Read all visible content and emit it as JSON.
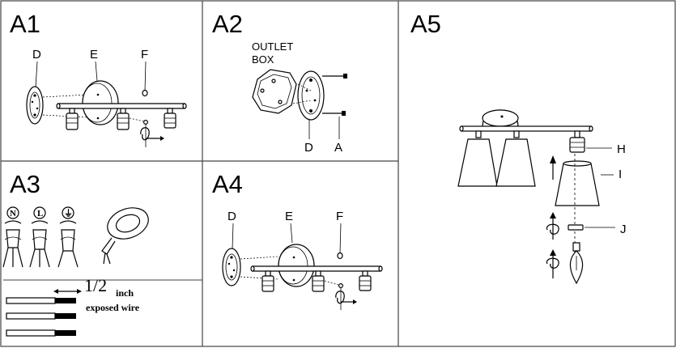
{
  "panels": {
    "a1": {
      "label": "A1",
      "parts": [
        "D",
        "E",
        "F"
      ]
    },
    "a2": {
      "label": "A2",
      "outlet_line1": "OUTLET",
      "outlet_line2": "BOX",
      "parts": [
        "D",
        "A"
      ]
    },
    "a3": {
      "label": "A3",
      "wire_symbols": [
        "N",
        "L",
        "⏚"
      ],
      "strip_length": "1/2",
      "strip_unit": "inch",
      "strip_caption": "exposed wire"
    },
    "a4": {
      "label": "A4",
      "parts": [
        "D",
        "E",
        "F"
      ]
    },
    "a5": {
      "label": "A5",
      "parts": [
        "H",
        "I",
        "J"
      ]
    }
  },
  "colors": {
    "line": "#000000",
    "background": "#ffffff",
    "frame": "#444444"
  }
}
